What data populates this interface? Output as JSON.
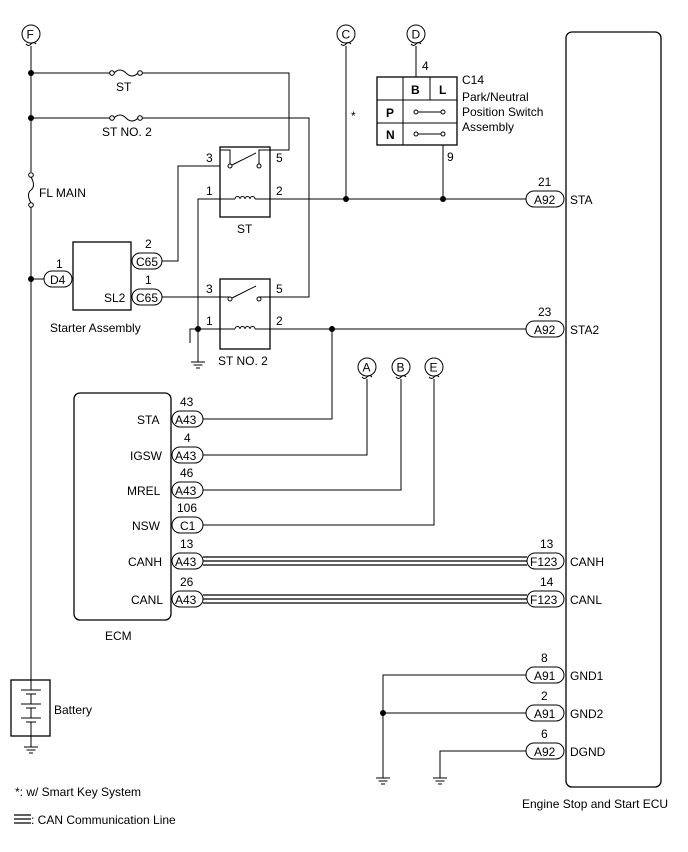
{
  "terminals": {
    "F": "F",
    "C": "C",
    "D": "D",
    "A": "A",
    "B": "B",
    "E": "E"
  },
  "fuses": {
    "st": "ST",
    "st_no2": "ST NO. 2",
    "fl_main": "FL MAIN"
  },
  "relays": {
    "st": {
      "label": "ST",
      "pin3": "3",
      "pin5": "5",
      "pin1": "1",
      "pin2": "2"
    },
    "st_no2": {
      "label": "ST NO. 2",
      "pin3": "3",
      "pin5": "5",
      "pin1": "1",
      "pin2": "2"
    }
  },
  "starter": {
    "label": "Starter Assembly",
    "sl2": "SL2",
    "d4": {
      "pin": "1",
      "conn": "D4"
    },
    "c65_top": {
      "pin": "2",
      "conn": "C65"
    },
    "c65_bottom": {
      "pin": "1",
      "conn": "C65"
    }
  },
  "pnp_switch": {
    "id": "C14",
    "name_lines": [
      "Park/Neutral",
      "Position Switch",
      "Assembly"
    ],
    "col_b": "B",
    "col_l": "L",
    "row_p": "P",
    "row_n": "N",
    "pin_top": "4",
    "pin_bottom": "9"
  },
  "smartkey_marker": "*",
  "ecm": {
    "label": "ECM",
    "pins": [
      {
        "name": "STA",
        "num": "43",
        "conn": "A43"
      },
      {
        "name": "IGSW",
        "num": "4",
        "conn": "A43"
      },
      {
        "name": "MREL",
        "num": "46",
        "conn": "A43"
      },
      {
        "name": "NSW",
        "num": "106",
        "conn": "C1"
      },
      {
        "name": "CANH",
        "num": "13",
        "conn": "A43"
      },
      {
        "name": "CANL",
        "num": "26",
        "conn": "A43"
      }
    ]
  },
  "essecu": {
    "label": "Engine Stop and Start ECU",
    "pins": [
      {
        "name": "STA",
        "num": "21",
        "conn": "A92"
      },
      {
        "name": "STA2",
        "num": "23",
        "conn": "A92"
      },
      {
        "name": "CANH",
        "num": "13",
        "conn": "F123"
      },
      {
        "name": "CANL",
        "num": "14",
        "conn": "F123"
      },
      {
        "name": "GND1",
        "num": "8",
        "conn": "A91"
      },
      {
        "name": "GND2",
        "num": "2",
        "conn": "A91"
      },
      {
        "name": "DGND",
        "num": "6",
        "conn": "A92"
      }
    ]
  },
  "battery": "Battery",
  "legend": {
    "smartkey": "*: w/ Smart Key System",
    "can": ": CAN Communication Line"
  }
}
